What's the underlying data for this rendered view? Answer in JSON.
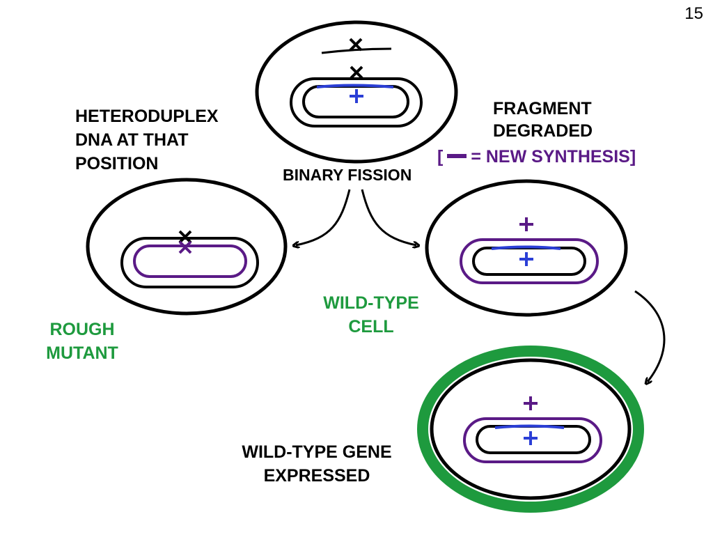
{
  "page_number": "15",
  "labels": {
    "heteroduplex": [
      "HETERODUPLEX",
      "DNA AT THAT",
      "POSITION"
    ],
    "fragment_degraded": [
      "FRAGMENT",
      "DEGRADED"
    ],
    "new_synthesis_open": "[",
    "new_synthesis_text": "= NEW SYNTHESIS]",
    "binary_fission": "BINARY FISSION",
    "rough_mutant": [
      "ROUGH",
      "MUTANT"
    ],
    "wild_type_cell": [
      "WILD-TYPE",
      "CELL"
    ],
    "wild_type_gene": [
      "WILD-TYPE GENE",
      "EXPRESSED"
    ]
  },
  "colors": {
    "black": "#000000",
    "purple": "#5a1a86",
    "blue": "#2b3fd6",
    "green": "#1e9a3e"
  },
  "markers": {
    "mutant": "×",
    "wild_type": "+"
  }
}
